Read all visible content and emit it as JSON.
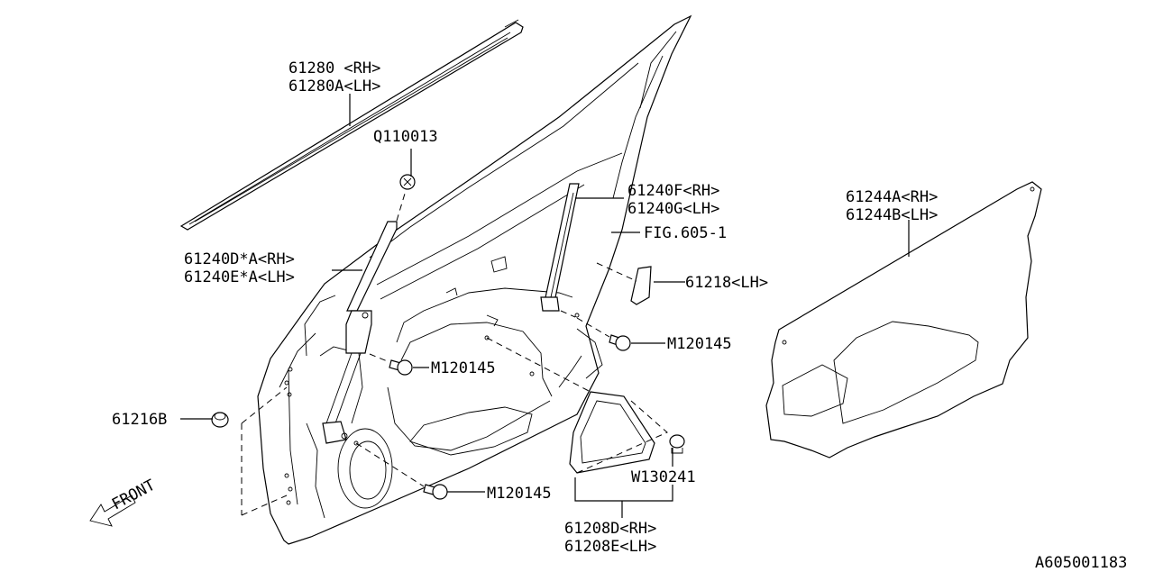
{
  "labels": {
    "moulding_rh": "61280 <RH>",
    "moulding_lh": "61280A<LH>",
    "clip": "Q110013",
    "rear_sash_rh": "61240F<RH>",
    "rear_sash_lh": "61240G<LH>",
    "fig_ref": "FIG.605-1",
    "front_sash_rh": "61240D*A<RH>",
    "front_sash_lh": "61240E*A<LH>",
    "cover_lh": "61218<LH>",
    "sealing_rh": "61244A<RH>",
    "sealing_lh": "61244B<LH>",
    "bolt_upper_right": "M120145",
    "bolt_middle": "M120145",
    "bolt_lower": "M120145",
    "plug": "61216B",
    "screw": "W130241",
    "bracket_rh": "61208D<RH>",
    "bracket_lh": "61208E<LH>",
    "front": "FRONT",
    "drawing_id": "A605001183"
  }
}
